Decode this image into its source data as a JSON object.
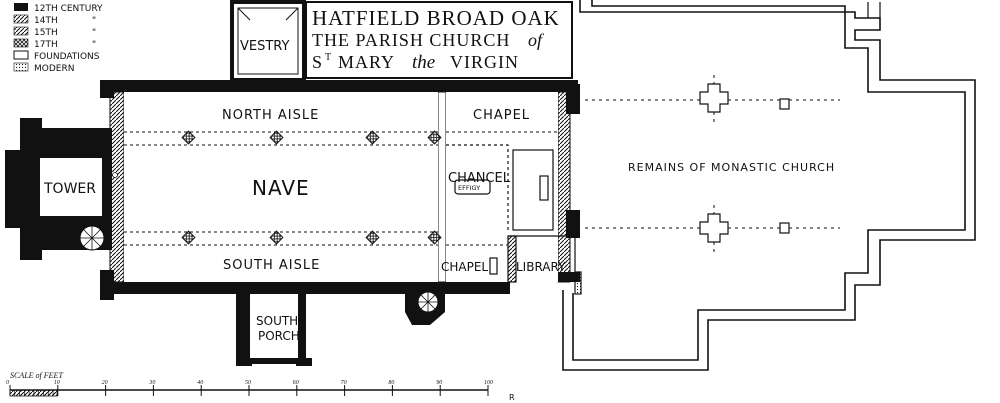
{
  "title": {
    "line1": "HATFIELD BROAD OAK",
    "line2a": "THE PARISH CHURCH",
    "line2b": "of",
    "line3a": "S",
    "line3a_sup": "T",
    "line3b": "MARY",
    "line3c": "the",
    "line3d": "VIRGIN"
  },
  "legend": [
    {
      "label": "12TH CENTURY",
      "key": "12th"
    },
    {
      "label": "14TH",
      "key": "14th",
      "mark": "\""
    },
    {
      "label": "15TH",
      "key": "15th",
      "mark": "\""
    },
    {
      "label": "17TH",
      "key": "17th",
      "mark": "\""
    },
    {
      "label": "FOUNDATIONS",
      "key": "foundations"
    },
    {
      "label": "MODERN",
      "key": "modern"
    }
  ],
  "rooms": {
    "vestry": "VESTRY",
    "north_aisle": "NORTH AISLE",
    "chapel_north": "CHAPEL",
    "tower": "TOWER",
    "nave": "NAVE",
    "chancel": "CHANCEL",
    "effigy": "EFFIGY",
    "remains": "REMAINS OF MONASTIC CHURCH",
    "south_aisle": "SOUTH AISLE",
    "chapel_south": "CHAPEL",
    "library": "LIBRARY",
    "south_porch_1": "SOUTH",
    "south_porch_2": "PORCH"
  },
  "scale": {
    "caption": "SCALE of FEET",
    "ticks": [
      "0",
      "10",
      "20",
      "30",
      "40",
      "50",
      "60",
      "70",
      "80",
      "90",
      "100"
    ],
    "end_mark": "R"
  },
  "colors": {
    "ink": "#111111",
    "paper": "#ffffff"
  }
}
